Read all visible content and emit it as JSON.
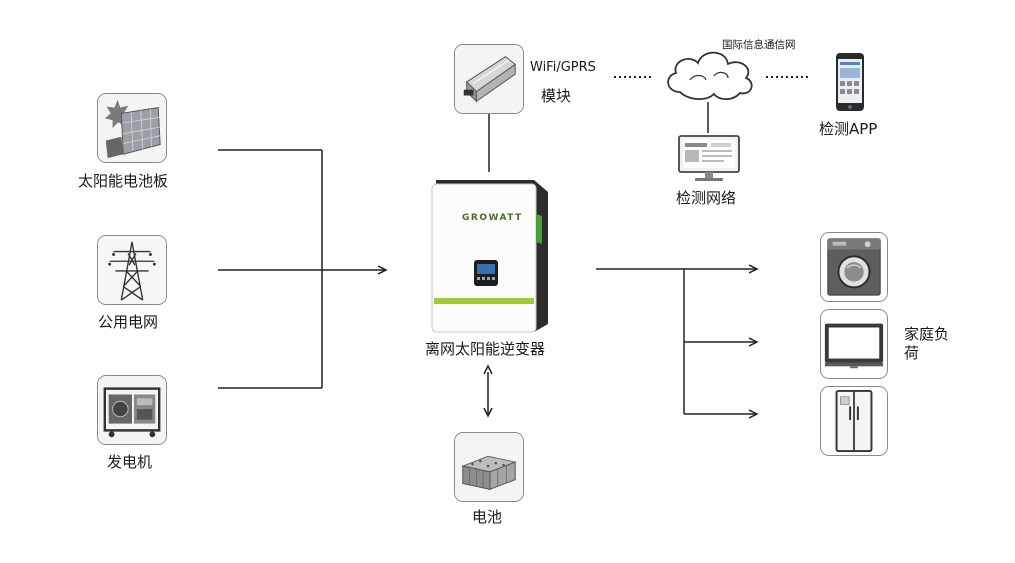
{
  "sources": {
    "solar": {
      "label": "太阳能电池板",
      "icon": "solar-panel-icon"
    },
    "grid": {
      "label": "公用电网",
      "icon": "power-tower-icon"
    },
    "generator": {
      "label": "发电机",
      "icon": "generator-icon"
    }
  },
  "inverter": {
    "label": "离网太阳能逆变器",
    "brand": "GROWATT"
  },
  "battery": {
    "label": "电池",
    "icon": "battery-icon"
  },
  "module": {
    "protocol": "WiFi/GPRS",
    "label": "模块",
    "icon": "wifi-module-icon"
  },
  "cloud": {
    "label": "国际信息通信网",
    "icon": "cloud-icon"
  },
  "monitor_network": {
    "label": "检测网络",
    "icon": "monitor-icon"
  },
  "app": {
    "label": "检测APP",
    "icon": "phone-icon"
  },
  "loads": {
    "label": "家庭负荷",
    "label_line1": "家庭负",
    "label_line2": "荷",
    "items": [
      {
        "icon": "washing-machine-icon"
      },
      {
        "icon": "television-icon"
      },
      {
        "icon": "refrigerator-icon"
      }
    ]
  }
}
